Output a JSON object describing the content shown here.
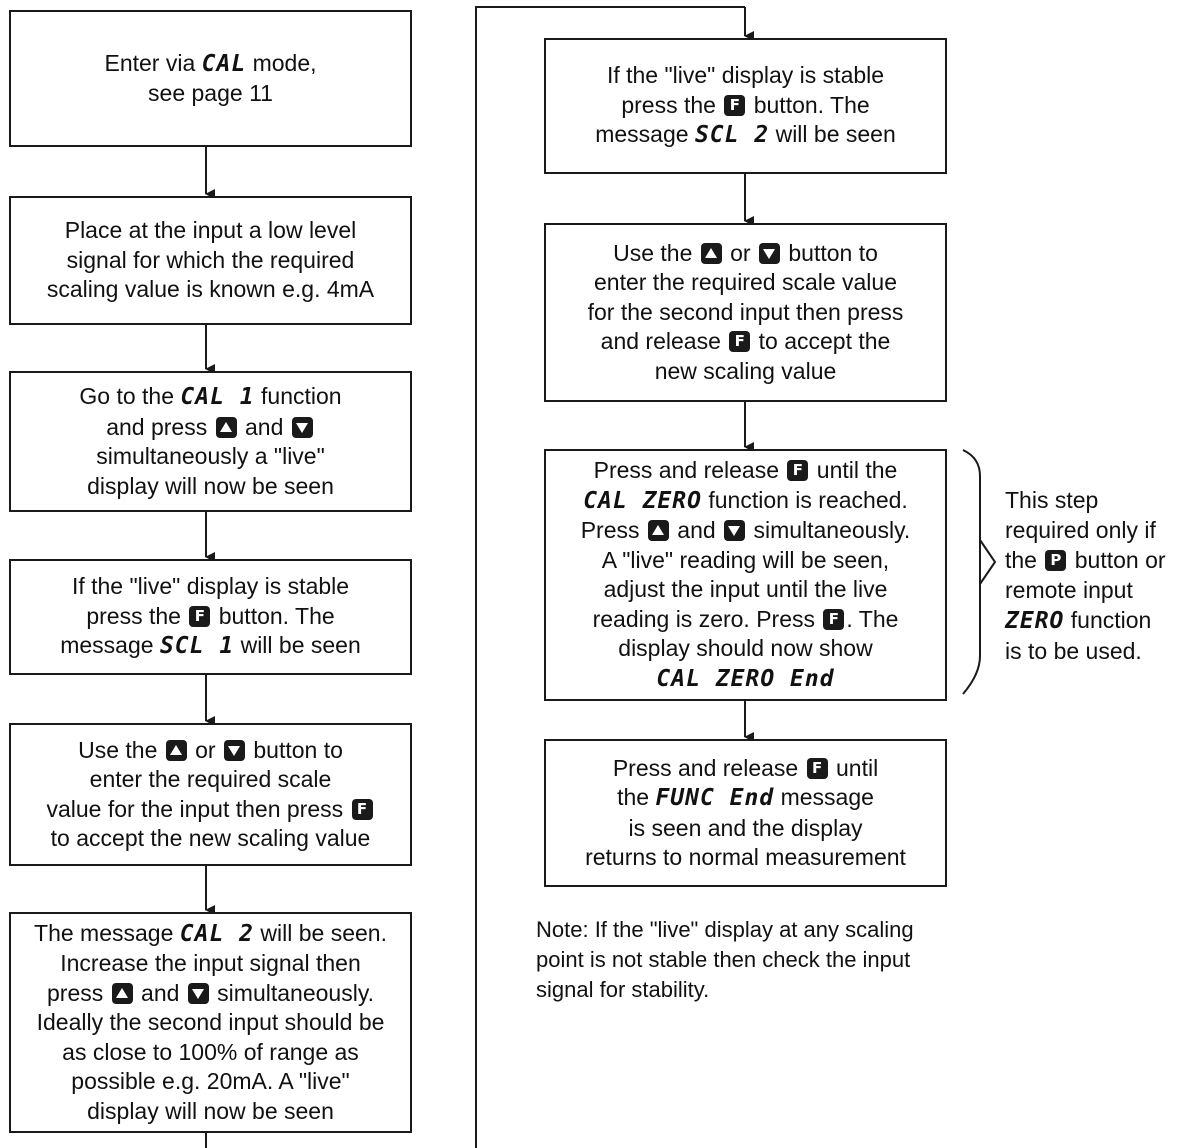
{
  "boxes": {
    "b1": {
      "l1a": "Enter via ",
      "l1seg": "CAL",
      "l1b": " mode,",
      "l2": "see page 11"
    },
    "b2": {
      "l1": "Place at the input a low level",
      "l2": "signal for which the required",
      "l3": "scaling value is known e.g. 4mA"
    },
    "b3": {
      "l1a": "Go to the ",
      "l1seg": "CAL 1",
      "l1b": " function",
      "l2a": "and press ",
      "l2b": " and ",
      "l3": "simultaneously a \"live\"",
      "l4": "display will now be seen"
    },
    "b4": {
      "l1": "If the \"live\" display is stable",
      "l2a": "press the ",
      "l2b": " button. The",
      "l3a": "message ",
      "l3seg": "SCL 1",
      "l3b": " will be seen"
    },
    "b5": {
      "l1a": "Use the ",
      "l1b": " or ",
      "l1c": " button to",
      "l2": "enter the required scale",
      "l3a": "value for the input then press ",
      "l4": "to accept the new scaling value"
    },
    "b6": {
      "l1a": "The message ",
      "l1seg": "CAL 2",
      "l1b": " will be seen.",
      "l2": "Increase the input signal then",
      "l3a": "press ",
      "l3b": " and ",
      "l3c": " simultaneously.",
      "l4": "Ideally the second input should be",
      "l5": "as close to 100% of range as",
      "l6": "possible e.g. 20mA. A \"live\"",
      "l7": "display will now be seen"
    },
    "b7": {
      "l1": "If the \"live\" display is stable",
      "l2a": "press the ",
      "l2b": " button. The",
      "l3a": "message ",
      "l3seg": "SCL 2",
      "l3b": " will be seen"
    },
    "b8": {
      "l1a": "Use the ",
      "l1b": " or ",
      "l1c": " button to",
      "l2": "enter the required scale value",
      "l3": "for the second input then press",
      "l4a": "and release ",
      "l4b": " to accept the",
      "l5": "new scaling value"
    },
    "b9": {
      "l1a": "Press and release ",
      "l1b": " until the",
      "l2seg": "CAL ZERO",
      "l2b": " function is reached.",
      "l3a": "Press ",
      "l3b": " and ",
      "l3c": " simultaneously.",
      "l4": "A \"live\" reading will be seen,",
      "l5": "adjust the input until the live",
      "l6a": "reading is zero. Press ",
      "l6b": ". The",
      "l7": "display should now show",
      "l8seg": "CAL ZERO End"
    },
    "b10": {
      "l1a": "Press and release ",
      "l1b": " until",
      "l2a": "the ",
      "l2seg": "FUNC End",
      "l2b": " message",
      "l3": "is seen and the display",
      "l4": "returns to normal measurement"
    }
  },
  "buttons": {
    "f": "F",
    "p": "P",
    "up": "up-arrow",
    "down": "down-arrow"
  },
  "side_note": {
    "l1": "This step",
    "l2": "required only if",
    "l3a": "the ",
    "l3b": " button or",
    "l4": "remote input",
    "l5seg": "ZERO",
    "l5b": " function",
    "l6": "is to be used."
  },
  "note": {
    "l1": "Note: If the \"live\" display at any scaling",
    "l2": "point is not stable then check the input",
    "l3": "signal for stability."
  },
  "colors": {
    "line": "#1a1a1a",
    "background": "#ffffff"
  }
}
